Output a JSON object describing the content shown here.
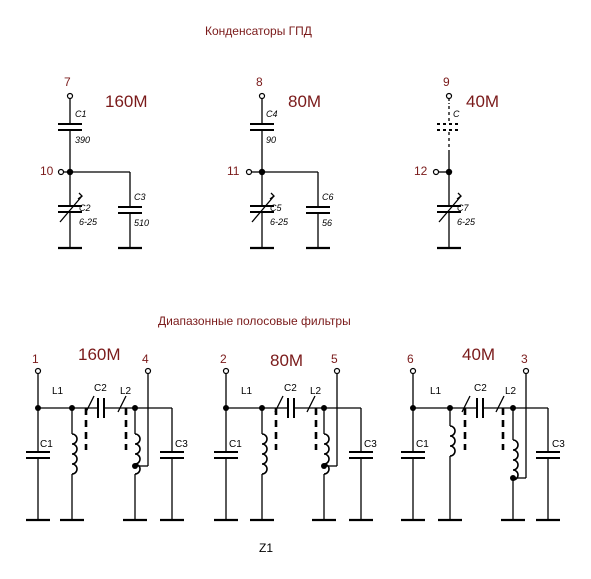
{
  "top": {
    "title": "Конденсаторы ГПД",
    "blocks": [
      {
        "band": "160М",
        "pin_top": "7",
        "pin_mid": "10",
        "c_top": "C1",
        "c_top_val": "390",
        "c_var": "C2",
        "c_var_val": "6-25",
        "c_par": "C3",
        "c_par_val": "510"
      },
      {
        "band": "80М",
        "pin_top": "8",
        "pin_mid": "11",
        "c_top": "C4",
        "c_top_val": "90",
        "c_var": "C5",
        "c_var_val": "6-25",
        "c_par": "C6",
        "c_par_val": "56"
      },
      {
        "band": "40М",
        "pin_top": "9",
        "pin_mid": "12",
        "c_top": "C",
        "c_top_val": "",
        "c_var": "C7",
        "c_var_val": "6-25",
        "c_par": "",
        "c_par_val": ""
      }
    ]
  },
  "bottom": {
    "title": "Диапазонные полосовые фильтры",
    "blocks": [
      {
        "band": "160М",
        "pin_in": "1",
        "pin_out": "4",
        "l1": "L1",
        "l2": "L2",
        "c2": "C2",
        "c1": "C1",
        "c3": "C3"
      },
      {
        "band": "80М",
        "pin_in": "2",
        "pin_out": "5",
        "l1": "L1",
        "l2": "L2",
        "c2": "C2",
        "c1": "C1",
        "c3": "C3"
      },
      {
        "band": "40М",
        "pin_in": "6",
        "pin_out": "3",
        "l1": "L1",
        "l2": "L2",
        "c2": "C2",
        "c1": "C1",
        "c3": "C3"
      }
    ],
    "footer": "Z1"
  }
}
